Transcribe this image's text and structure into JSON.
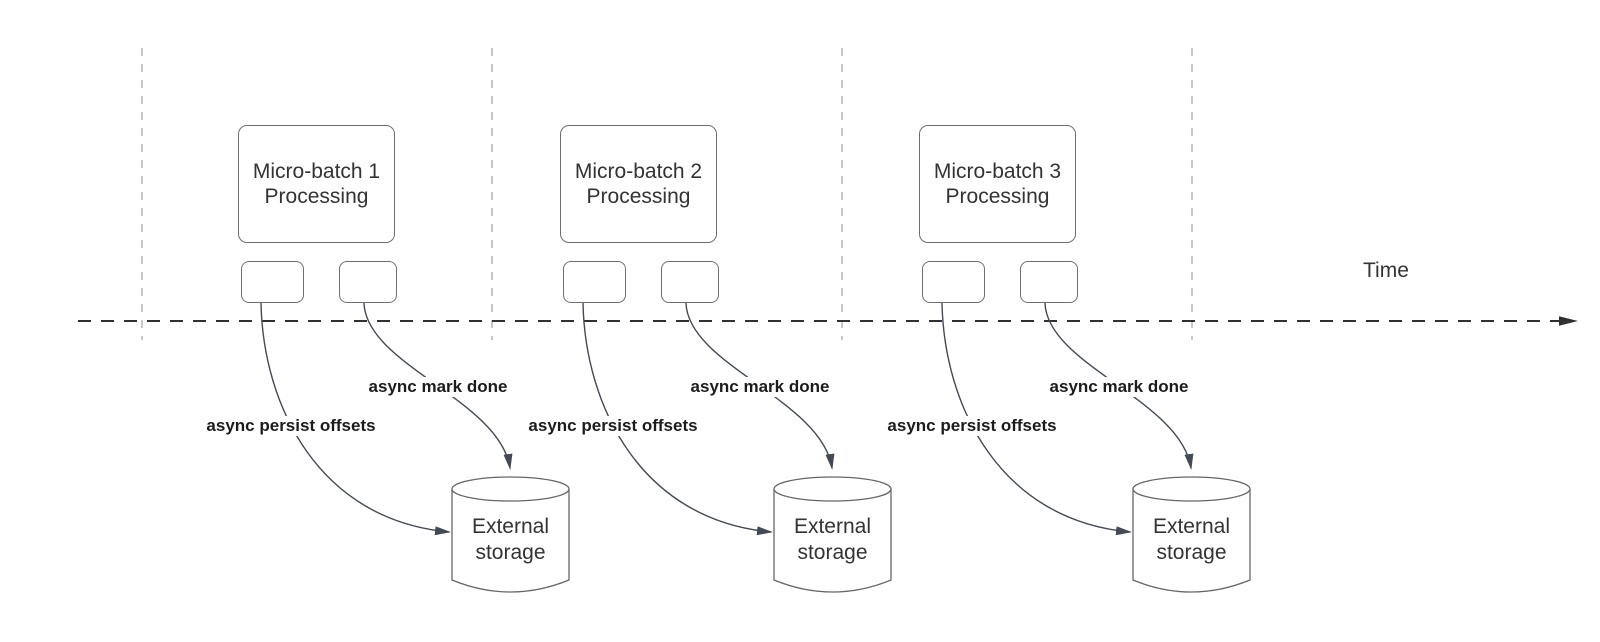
{
  "timeline": {
    "label": "Time"
  },
  "groups": [
    {
      "title": "Micro-batch 1\nProcessing",
      "persist_label": "async persist offsets",
      "done_label": "async mark done",
      "storage_label": "External\nstorage"
    },
    {
      "title": "Micro-batch 2\nProcessing",
      "persist_label": "async persist offsets",
      "done_label": "async mark done",
      "storage_label": "External\nstorage"
    },
    {
      "title": "Micro-batch 3\nProcessing",
      "persist_label": "async persist offsets",
      "done_label": "async mark done",
      "storage_label": "External\nstorage"
    }
  ]
}
